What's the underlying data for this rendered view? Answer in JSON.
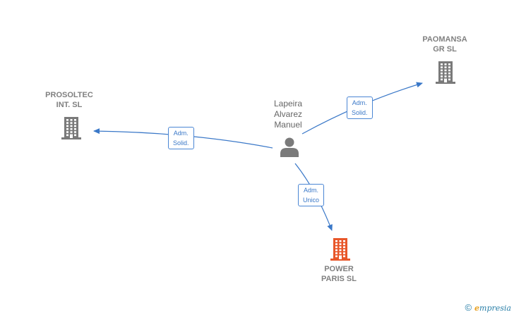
{
  "person": {
    "name_lines": [
      "Lapeira",
      "Alvarez",
      "Manuel"
    ],
    "icon": "person-icon"
  },
  "companies": {
    "prosoltec": {
      "name_lines": [
        "PROSOLTEC",
        "INT.  SL"
      ],
      "icon": "building-icon",
      "color": "#7a7a7a"
    },
    "paomansa": {
      "name_lines": [
        "PAOMANSA",
        "GR  SL"
      ],
      "icon": "building-icon",
      "color": "#7a7a7a"
    },
    "power": {
      "name_lines": [
        "POWER",
        "PARIS  SL"
      ],
      "icon": "building-icon",
      "color": "#e8572a"
    }
  },
  "relations": {
    "to_prosoltec": [
      "Adm.",
      "Solid."
    ],
    "to_paomansa": [
      "Adm.",
      "Solid."
    ],
    "to_power": [
      "Adm.",
      "Unico"
    ]
  },
  "colors": {
    "edge": "#3a78c8",
    "person": "#7a7a7a"
  },
  "footer": {
    "copyright": "©",
    "brand_first": "e",
    "brand_rest": "mpresia"
  }
}
